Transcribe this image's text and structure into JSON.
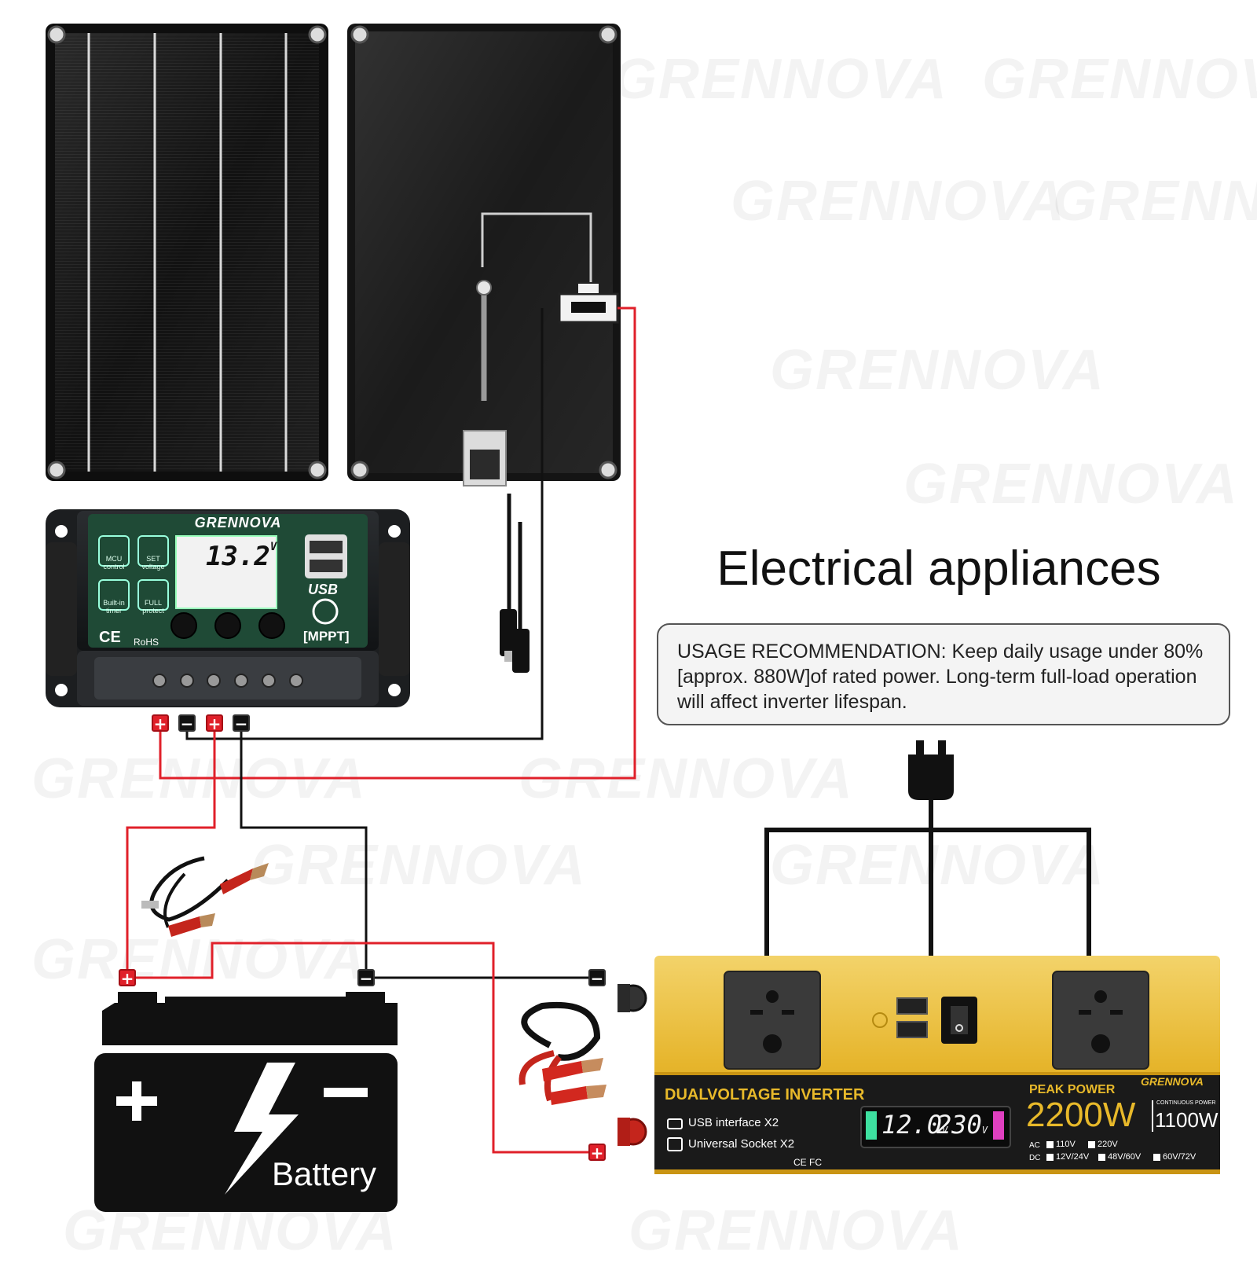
{
  "brand": "GRENNOVA",
  "heading": "Electrical appliances",
  "usage_recommendation": "USAGE RECOMMENDATION: Keep daily usage under 80% [approx. 880W]of rated power. Long-term full-load operation will affect inverter lifespan.",
  "controller": {
    "brand": "GRENNOVA",
    "lcd_reading": "13.2",
    "lcd_unit": "V",
    "icons": [
      {
        "name": "mcu-icon",
        "label": "MCU control"
      },
      {
        "name": "gear-icon",
        "label": "SET voltage"
      },
      {
        "name": "clock-icon",
        "label": "Built-in timer"
      },
      {
        "name": "lock-icon",
        "label": "FULL protect"
      }
    ],
    "usb_label": "USB",
    "mppt_label": "[MPPT]",
    "ce_label": "CE",
    "rohs_label": "RoHS"
  },
  "terminals": {
    "positive": "+",
    "negative": "−"
  },
  "battery": {
    "label": "Battery",
    "plus": "+",
    "minus": "−"
  },
  "inverter": {
    "brand": "GRENNOVA",
    "title": "DUALVOLTAGE INVERTER",
    "features": [
      "USB interface X2",
      "Universal Socket X2"
    ],
    "display_left": "12.0",
    "display_left_unit": "V",
    "display_right": "230",
    "display_right_unit": "V",
    "peak_label": "PEAK POWER",
    "peak_value": "2200W",
    "continuous_label": "CONTINUOUS POWER",
    "continuous_value": "1100W",
    "ac_label": "AC",
    "ac_options": [
      "110V",
      "220V"
    ],
    "dc_label": "DC",
    "dc_options": [
      "12V/24V",
      "48V/60V",
      "60V/72V"
    ],
    "cert_marks": "CE FC"
  },
  "colors": {
    "red_wire": "#e0202a",
    "black_wire": "#111111",
    "inverter_yellow": "#e8b92a",
    "controller_green": "#1f4a36",
    "panel_dark": "#151515"
  }
}
